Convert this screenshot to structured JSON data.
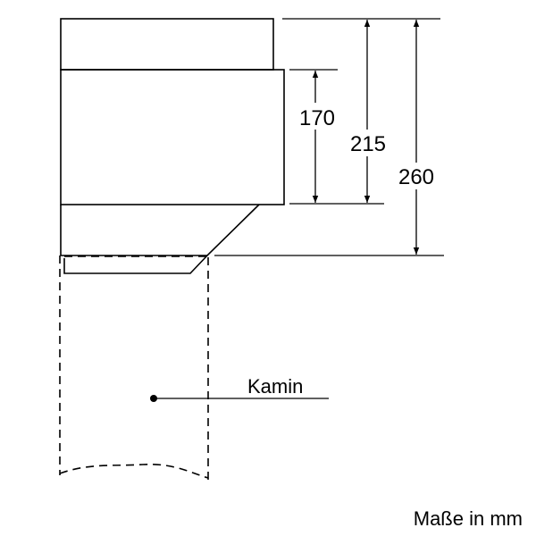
{
  "dimensions": {
    "d170": "170",
    "d215": "215",
    "d260": "260"
  },
  "labels": {
    "kamin": "Kamin",
    "units": "Maße in mm"
  }
}
